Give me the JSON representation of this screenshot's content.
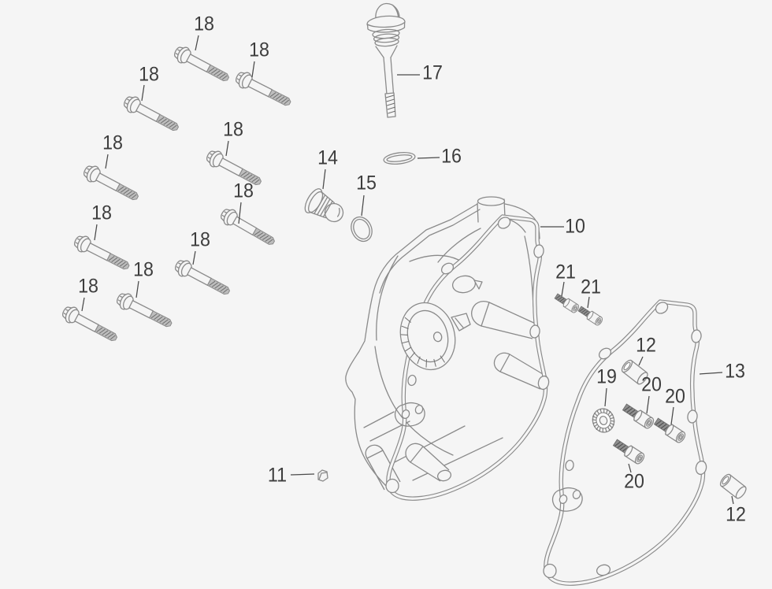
{
  "diagram": {
    "kind": "exploded-parts-diagram",
    "subject": "engine crankcase side cover with gasket and fasteners",
    "background_color": "#f5f5f5",
    "line_color": "#8a8a8a",
    "label_color": "#3d3d3d"
  },
  "callouts": [
    {
      "part": "18",
      "target": "flange-bolt"
    },
    {
      "part": "18",
      "target": "flange-bolt"
    },
    {
      "part": "18",
      "target": "flange-bolt"
    },
    {
      "part": "18",
      "target": "flange-bolt"
    },
    {
      "part": "18",
      "target": "flange-bolt"
    },
    {
      "part": "18",
      "target": "flange-bolt"
    },
    {
      "part": "18",
      "target": "flange-bolt"
    },
    {
      "part": "18",
      "target": "flange-bolt"
    },
    {
      "part": "18",
      "target": "flange-bolt"
    },
    {
      "part": "18",
      "target": "flange-bolt"
    },
    {
      "part": "17",
      "target": "oil-dipstick"
    },
    {
      "part": "16",
      "target": "dipstick-o-ring"
    },
    {
      "part": "14",
      "target": "oil-filler-plug"
    },
    {
      "part": "15",
      "target": "filler-plug-o-ring"
    },
    {
      "part": "10",
      "target": "crankcase-cover"
    },
    {
      "part": "21",
      "target": "small-socket-bolt"
    },
    {
      "part": "21",
      "target": "small-socket-bolt"
    },
    {
      "part": "12",
      "target": "dowel-pin"
    },
    {
      "part": "13",
      "target": "cover-gasket"
    },
    {
      "part": "19",
      "target": "oil-seal"
    },
    {
      "part": "20",
      "target": "socket-bolt"
    },
    {
      "part": "20",
      "target": "socket-bolt"
    },
    {
      "part": "20",
      "target": "socket-bolt"
    },
    {
      "part": "12",
      "target": "dowel-pin"
    },
    {
      "part": "11",
      "target": "key"
    }
  ]
}
